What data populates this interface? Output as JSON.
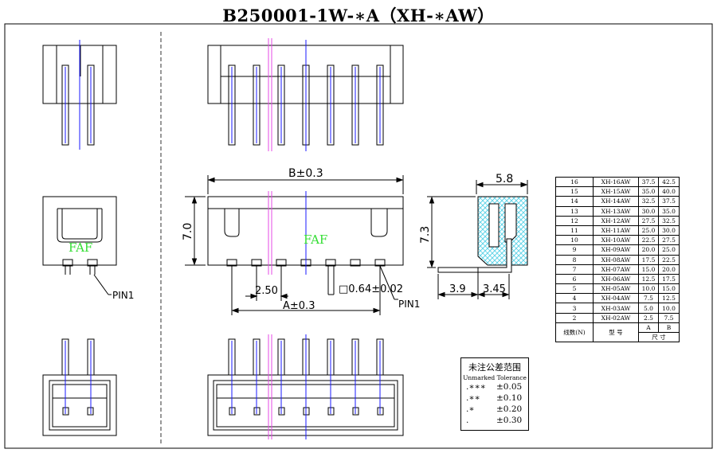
{
  "title": "B250001-1W-∗A（XH-∗AW）",
  "brand": "FAF",
  "dimensions": {
    "b": "B±0.3",
    "a": "A±0.3",
    "height": "7.0",
    "pitch": "2.50",
    "pin_size": "□0.64±0.02",
    "side_width": "5.8",
    "side_height": "7.3",
    "foot_1": "3.9",
    "foot_2": "3.45",
    "pin1_left": "PIN1",
    "pin1_front": "PIN1"
  },
  "table": {
    "rows": [
      [
        "16",
        "XH-16AW",
        "37.5",
        "42.5"
      ],
      [
        "15",
        "XH-15AW",
        "35.0",
        "40.0"
      ],
      [
        "14",
        "XH-14AW",
        "32.5",
        "37.5"
      ],
      [
        "13",
        "XH-13AW",
        "30.0",
        "35.0"
      ],
      [
        "12",
        "XH-12AW",
        "27.5",
        "32.5"
      ],
      [
        "11",
        "XH-11AW",
        "25.0",
        "30.0"
      ],
      [
        "10",
        "XH-10AW",
        "22.5",
        "27.5"
      ],
      [
        "9",
        "XH-09AW",
        "20.0",
        "25.0"
      ],
      [
        "8",
        "XH-08AW",
        "17.5",
        "22.5"
      ],
      [
        "7",
        "XH-07AW",
        "15.0",
        "20.0"
      ],
      [
        "6",
        "XH-06AW",
        "12.5",
        "17.5"
      ],
      [
        "5",
        "XH-05AW",
        "10.0",
        "15.0"
      ],
      [
        "4",
        "XH-04AW",
        "7.5",
        "12.5"
      ],
      [
        "3",
        "XH-03AW",
        "5.0",
        "10.0"
      ],
      [
        "2",
        "XH-02AW",
        "2.5",
        "7.5"
      ]
    ],
    "header": {
      "pins": "线数(N)",
      "model": "型  号",
      "a": "A",
      "b": "B",
      "size": "尺 寸"
    }
  },
  "tolerance": {
    "title": "未注公差范围",
    "subtitle": "Unmarked Tolerance",
    "rows": [
      {
        "key": ".∗∗∗",
        "value": "±0.05"
      },
      {
        "key": ".∗∗",
        "value": "±0.10"
      },
      {
        "key": ".∗",
        "value": "±0.20"
      },
      {
        "key": ".",
        "value": "±0.30"
      }
    ]
  },
  "colors": {
    "line": "#000000",
    "centerline": "#1a1aff",
    "section": "#e64ae6",
    "brand": "#33dd33",
    "hatch": "#5fd3e8"
  }
}
